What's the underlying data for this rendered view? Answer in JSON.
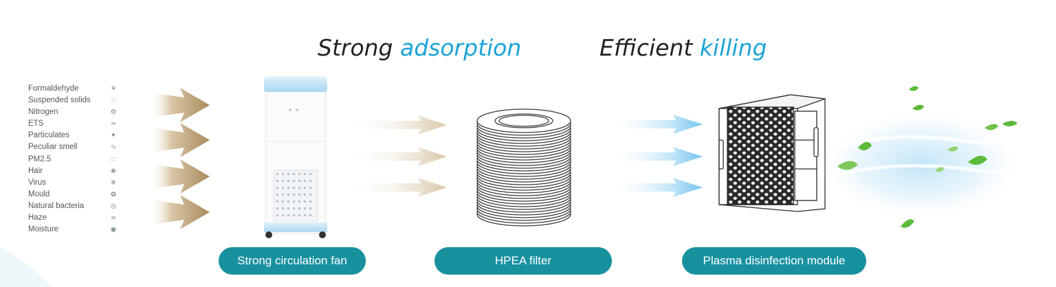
{
  "headlines": {
    "left": {
      "plain": "Strong ",
      "accent": "adsorption"
    },
    "right": {
      "plain": "Efficient ",
      "accent": "killing"
    }
  },
  "pollutants": [
    "Formaldehyde",
    "Suspended solids",
    "Nitrogen",
    "ETS",
    "Particulates",
    "Peculiar smell",
    "PM2.5",
    "Hair",
    "Virus",
    "Mould",
    "Natural bacteria",
    "Haze",
    "Moisture"
  ],
  "pollutant_icons": [
    "leaf-molecule-icon",
    "dots-icon",
    "gear-molecule-icon",
    "cigarette-icon",
    "dust-icon",
    "smell-icon",
    "particle-icon",
    "hair-icon",
    "virus-icon",
    "spore-icon",
    "bacteria-icon",
    "haze-icon",
    "droplet-icon"
  ],
  "stages": {
    "fan": "Strong circulation fan",
    "filter": "HPEA filter",
    "plasma": "Plasma disinfection module"
  },
  "colors": {
    "accent_text": "#1aa3d6",
    "pill": "#18919f",
    "brown_arrow": "#b89a6e",
    "blue_arrow": "#6fc3ee",
    "leaf": "#5cbb3a"
  }
}
